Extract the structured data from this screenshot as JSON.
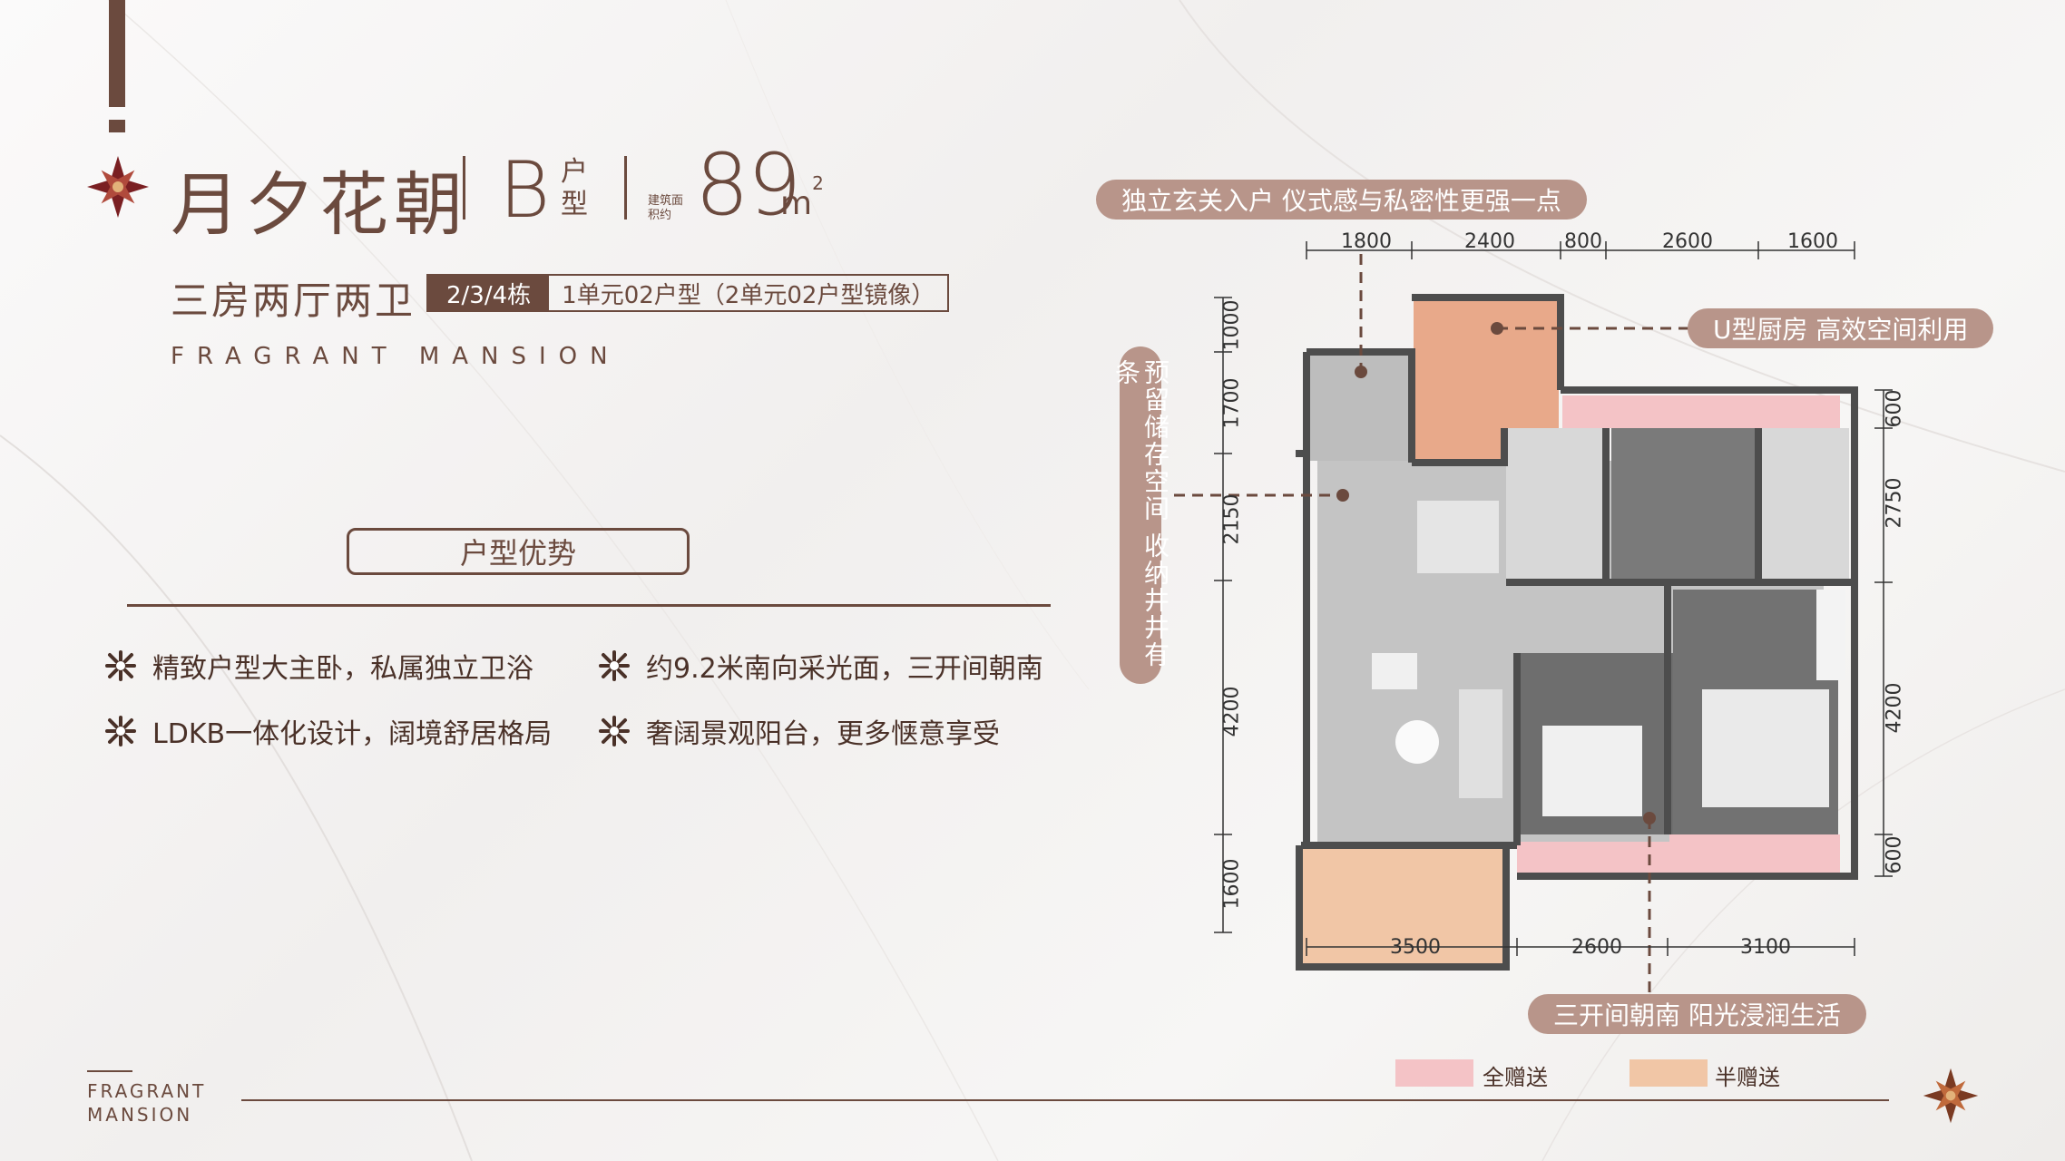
{
  "header": {
    "title": "月夕花朝",
    "type_letter": "B",
    "type_word": "户型",
    "area_label": "建筑面积约",
    "area_value": "89",
    "area_unit": "m",
    "area_unit_sup": "2"
  },
  "subtitle": "三房两厅两卫",
  "unit": {
    "buildings": "2/3/4栋",
    "desc": "1单元02户型（2单元02户型镜像）"
  },
  "english_name": "FRAGRANT MANSION",
  "advantages": {
    "title": "户型优势",
    "items": [
      "精致户型大主卧，私属独立卫浴",
      "约9.2米南向采光面，三开间朝南",
      "LDKB一体化设计，阔境舒居格局",
      "奢阔景观阳台，更多惬意享受"
    ]
  },
  "callouts": {
    "entrance": "独立玄关入户 仪式感与私密性更强一点",
    "kitchen": "U型厨房 高效空间利用",
    "storage": "预留储存空间 收纳井井有条",
    "south": "三开间朝南 阳光浸润生活"
  },
  "dimensions": {
    "top": [
      "1800",
      "2400",
      "800",
      "2600",
      "1600"
    ],
    "bottom": [
      "3500",
      "2600",
      "3100"
    ],
    "left": [
      "1000",
      "1700",
      "2150",
      "4200",
      "1600"
    ],
    "right": [
      "600",
      "2750",
      "4200",
      "600"
    ]
  },
  "legend": {
    "full_gift": "全赠送",
    "half_gift": "半赠送"
  },
  "colors": {
    "brand": "#6b4a3e",
    "callout": "#b8958a",
    "full_gift": "#f4c3c6",
    "half_gift": "#f1c6a6",
    "kitchen": "#e8a98a"
  },
  "footer": {
    "line1": "FRAGRANT",
    "line2": "MANSION"
  }
}
